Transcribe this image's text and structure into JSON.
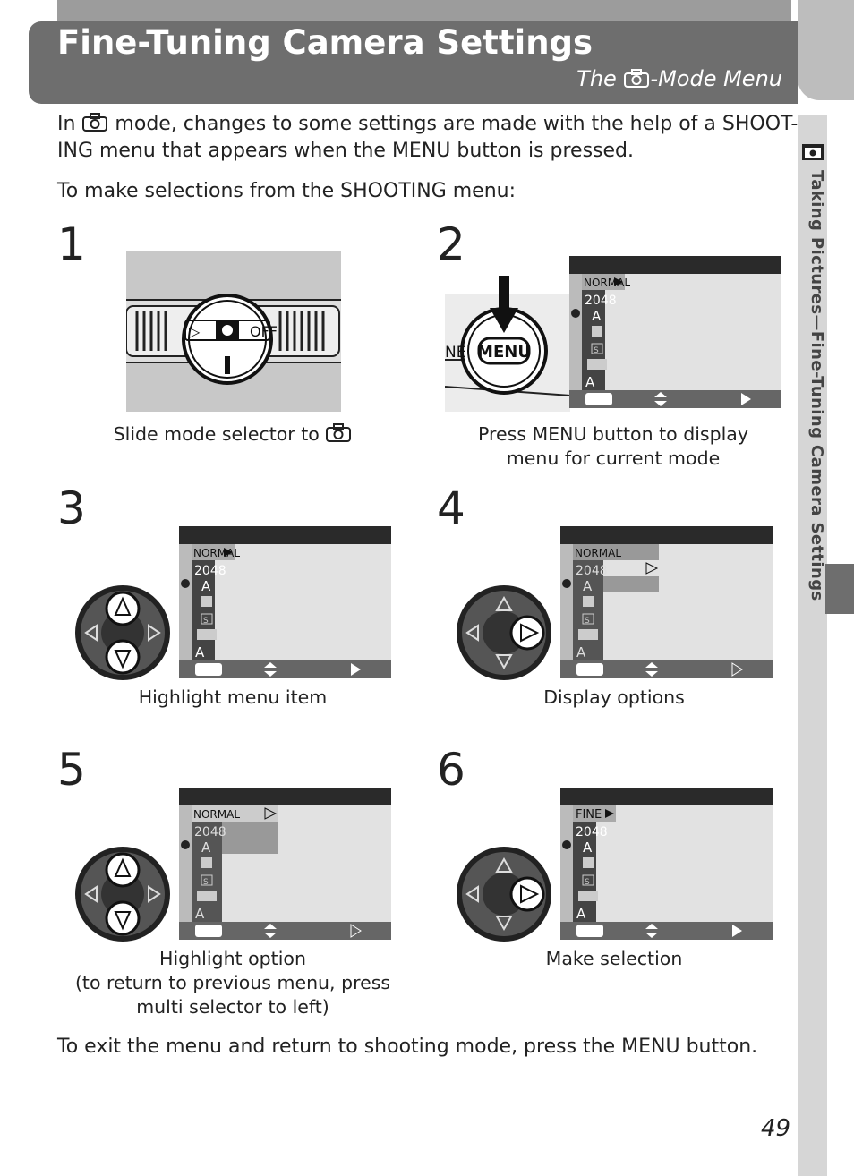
{
  "header": {
    "title": "Fine-Tuning Camera Settings",
    "subtitle_pre": "The ",
    "subtitle_post": "-Mode Menu"
  },
  "sidebar": {
    "text": "Taking Pictures—Fine-Tuning Camera Settings"
  },
  "intro": {
    "line1_pre": "In ",
    "line1_post": " mode, changes to some settings are made with the help of a SHOOT-",
    "line2_pre": "ING menu that appears when the ",
    "line2_menu": "MENU",
    "line2_post": " button is pressed.",
    "line3": "To make selections from the SHOOTING menu:"
  },
  "steps": [
    {
      "num": "1",
      "caption": "Slide mode selector to "
    },
    {
      "num": "2",
      "caption_l1": "Press MENU button to display",
      "caption_l2": "menu for current mode"
    },
    {
      "num": "3",
      "caption": "Highlight menu item"
    },
    {
      "num": "4",
      "caption": "Display options"
    },
    {
      "num": "5",
      "caption_l1": "Highlight option",
      "caption_l2": "(to return to previous menu, press",
      "caption_l3": "multi selector to left)"
    },
    {
      "num": "6",
      "caption": "Make selection"
    }
  ],
  "menu_screen": {
    "items": [
      "NORMAL",
      "2048",
      "A",
      "S"
    ],
    "item_selected_step6": "FINE"
  },
  "selector_labels": {
    "menu_button": "MENU",
    "mode_left": "NE",
    "mode_off": "OFF"
  },
  "outro": {
    "pre": "To exit the menu and return to shooting mode, press the ",
    "menu": "MENU",
    "post": " button."
  },
  "page_number": "49",
  "colors": {
    "header_bg": "#6e6e6e",
    "sidebar_bg": "#d6d6d6",
    "screen_dark": "#2a2a2a",
    "screen_light": "#e2e2e2"
  },
  "icons": [
    "camera-icon",
    "up-arrow-icon",
    "down-arrow-icon",
    "right-arrow-icon"
  ]
}
